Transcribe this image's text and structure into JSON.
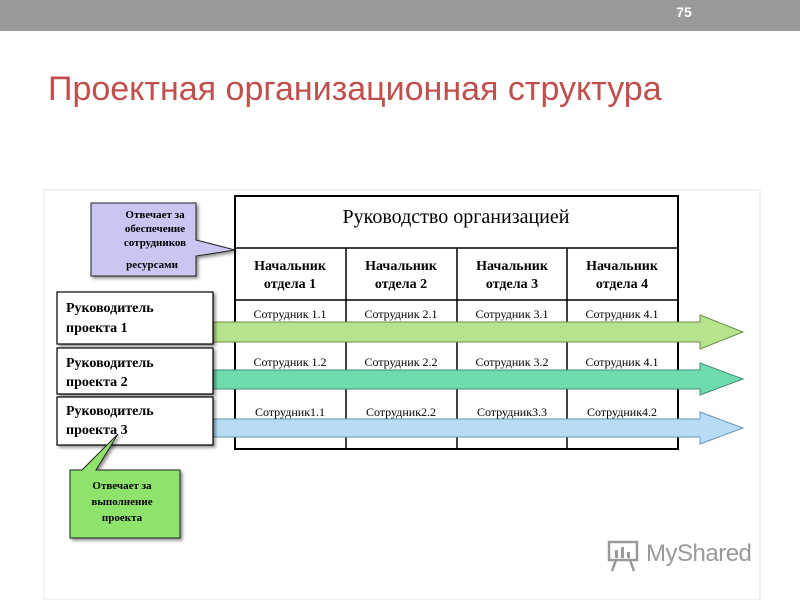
{
  "slide": {
    "page_number": "75",
    "title": "Проектная организационная структура"
  },
  "diagram": {
    "top_header": "Руководство организацией",
    "departments": [
      "Начальник отдела 1",
      "Начальник отдела 2",
      "Начальник отдела 3",
      "Начальник отдела 4"
    ],
    "rows": [
      [
        "Сотрудник 1.1",
        "Сотрудник 2.1",
        "Сотрудник 3.1",
        "Сотрудник 4.1"
      ],
      [
        "Сотрудник 1.2",
        "Сотрудник 2.2",
        "Сотрудник 3.2",
        "Сотрудник 4.1"
      ],
      [
        "Сотрудник1.1",
        "Сотрудник2.2",
        "Сотрудник3.3",
        "Сотрудник4.2"
      ]
    ],
    "project_managers": [
      "Руководитель проекта 1",
      "Руководитель проекта 2",
      "Руководитель проекта 3"
    ],
    "callout_resources": "Отвечает за обеспечение сотрудников ресурсами",
    "callout_project": "Отвечает за выполнение проекта",
    "colors": {
      "arrow1": "#b6e38c",
      "arrow2": "#6fdcb0",
      "arrow3": "#b7dcf3",
      "callout_resources": "#c9c6f2",
      "callout_project": "#8fe36d",
      "title": "#c0504d"
    }
  },
  "watermark": {
    "text": "MyShared",
    "icon": "presentation-board-icon"
  }
}
